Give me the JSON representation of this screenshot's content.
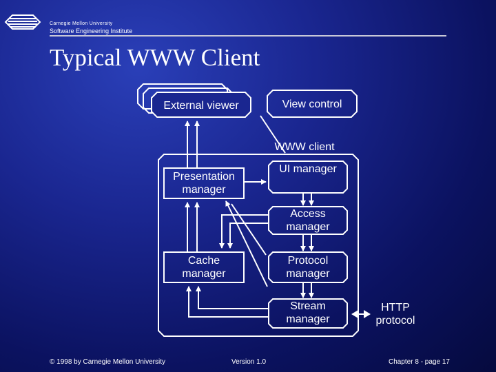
{
  "header": {
    "org_line1": "Carnegie Mellon University",
    "org_line2": "Software Engineering Institute"
  },
  "slide": {
    "title": "Typical WWW Client"
  },
  "diagram": {
    "external_viewer": "External viewer",
    "view_control": "View control",
    "www_client": "WWW client",
    "presentation_manager": "Presentation manager",
    "ui_manager": "UI manager",
    "access_manager": "Access manager",
    "cache_manager": "Cache manager",
    "protocol_manager": "Protocol manager",
    "stream_manager": "Stream manager",
    "http_protocol": "HTTP protocol"
  },
  "footer": {
    "copyright": "© 1998 by Carnegie Mellon University",
    "version": "Version 1.0",
    "page": "Chapter 8 - page 17"
  }
}
